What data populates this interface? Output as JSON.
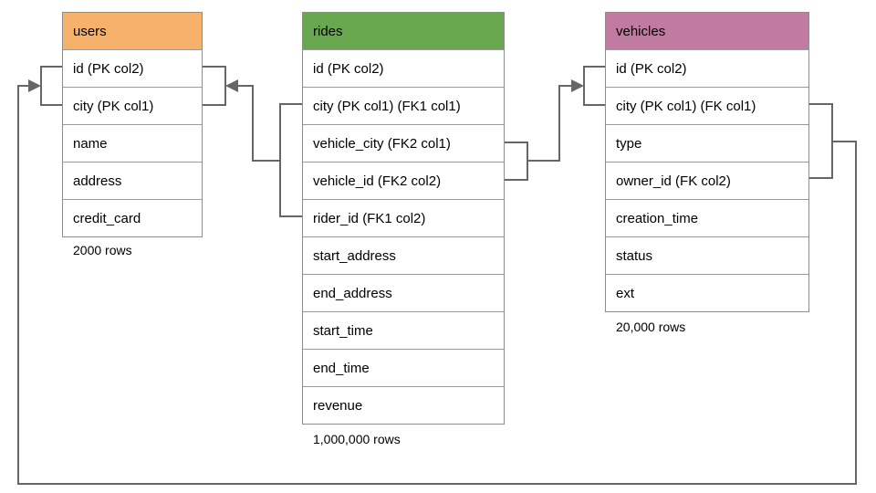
{
  "diagram": {
    "connector_color": "#666666",
    "tables": {
      "users": {
        "title": "users",
        "header_color": "#F6B26B",
        "columns": [
          "id (PK col2)",
          "city (PK col1)",
          "name",
          "address",
          "credit_card"
        ],
        "row_count": "2000 rows"
      },
      "rides": {
        "title": "rides",
        "header_color": "#6AA84F",
        "columns": [
          "id (PK col2)",
          "city (PK col1) (FK1 col1)",
          "vehicle_city (FK2 col1)",
          "vehicle_id (FK2 col2)",
          "rider_id (FK1 col2)",
          "start_address",
          "end_address",
          "start_time",
          "end_time",
          "revenue"
        ],
        "row_count": "1,000,000 rows"
      },
      "vehicles": {
        "title": "vehicles",
        "header_color": "#C27BA0",
        "columns": [
          "id (PK col2)",
          "city (PK col1) (FK col1)",
          "type",
          "owner_id (FK col2)",
          "creation_time",
          "status",
          "ext"
        ],
        "row_count": "20,000 rows"
      }
    },
    "relationships": [
      {
        "name": "rides-to-users",
        "fk_label": "FK1",
        "from_table": "rides",
        "from_columns": [
          "city",
          "rider_id"
        ],
        "to_table": "users",
        "to_columns": [
          "id",
          "city"
        ]
      },
      {
        "name": "rides-to-vehicles",
        "fk_label": "FK2",
        "from_table": "rides",
        "from_columns": [
          "vehicle_city",
          "vehicle_id"
        ],
        "to_table": "vehicles",
        "to_columns": [
          "id",
          "city"
        ]
      },
      {
        "name": "vehicles-to-users",
        "fk_label": "FK",
        "from_table": "vehicles",
        "from_columns": [
          "city",
          "owner_id"
        ],
        "to_table": "users",
        "to_columns": [
          "id",
          "city"
        ]
      }
    ]
  }
}
